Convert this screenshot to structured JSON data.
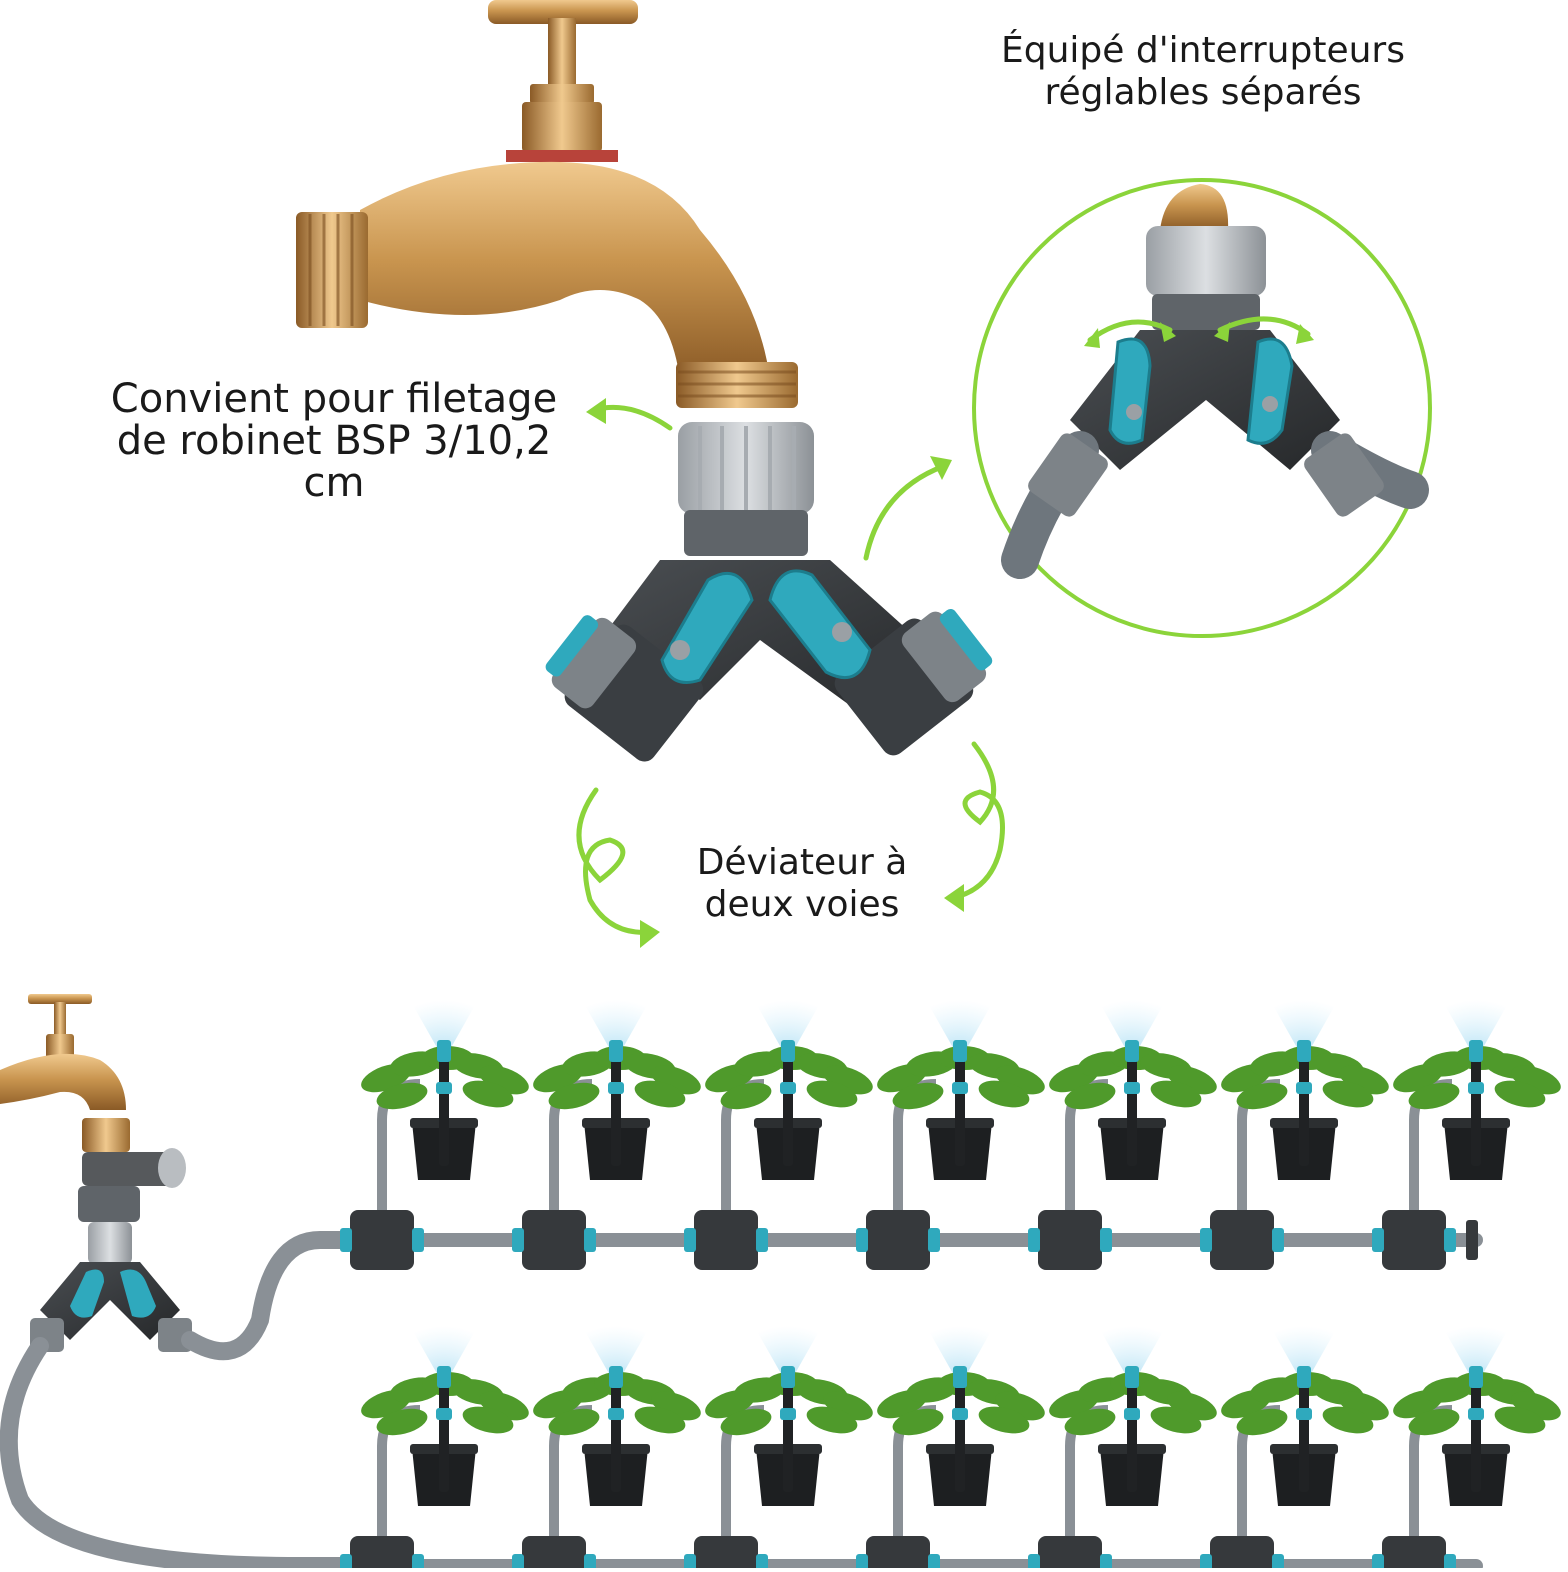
{
  "captions": {
    "thread_fit": [
      "Convient pour filetage",
      "de robinet BSP 3/10,2",
      "cm"
    ],
    "separate_switches": [
      "Équipé d'interrupteurs",
      "réglables séparés"
    ],
    "two_way_diverter": [
      "Déviateur à",
      "deux voies"
    ]
  },
  "colors": {
    "accent_green": "#8bd43a",
    "valve_teal": "#2fa9bd",
    "brass": "#c9954f",
    "connector_dark": "#36393c",
    "tube_gray": "#8a9096",
    "plant_green": "#4f9a2b",
    "pot_black": "#1d1f21"
  },
  "irrigation": {
    "rows": 2,
    "plants_per_row": 7
  }
}
